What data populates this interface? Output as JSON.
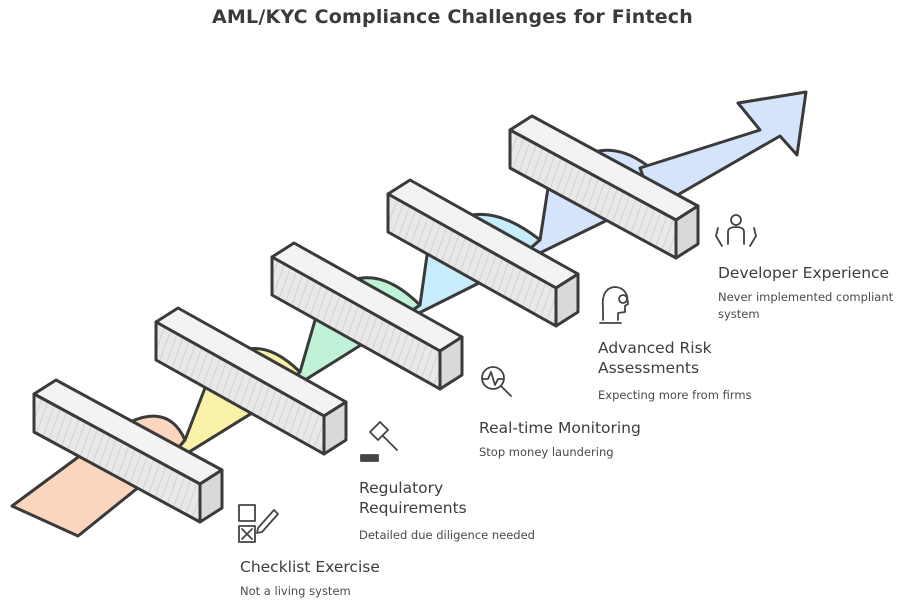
{
  "title": "AML/KYC Compliance Challenges for Fintech",
  "steps": [
    {
      "heading": "Checklist Exercise",
      "description": "Not a living system",
      "icon": "checklist-pen-icon",
      "color": "#f9d6bd"
    },
    {
      "heading": "Regulatory Requirements",
      "description": "Detailed due diligence needed",
      "icon": "gavel-icon",
      "color": "#faf2a8"
    },
    {
      "heading": "Real-time Monitoring",
      "description": "Stop money laundering",
      "icon": "magnifier-pulse-icon",
      "color": "#bff2d6"
    },
    {
      "heading": "Advanced Risk Assessments",
      "description": "Expecting more from firms",
      "icon": "head-gears-icon",
      "color": "#c7ecfb"
    },
    {
      "heading": "Developer Experience",
      "description": "Never implemented compliant system",
      "icon": "person-hands-icon",
      "color": "#d5e3fb"
    }
  ]
}
